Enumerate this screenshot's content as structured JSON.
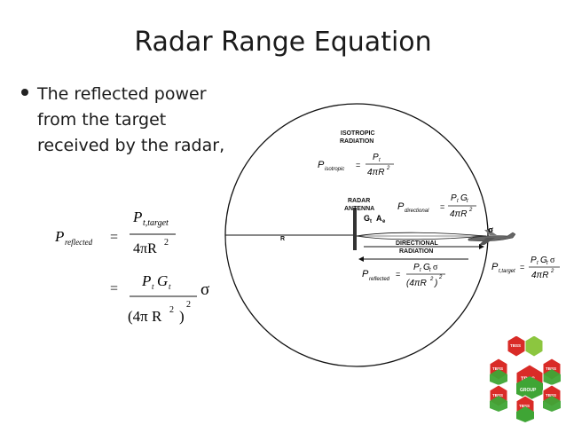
{
  "slide": {
    "title": "Radar Range Equation",
    "bullet": "The reflected power from the target received by the radar,"
  },
  "equations": {
    "left": {
      "lhs": "P",
      "lhs_sub": "reflected",
      "eq1_num": "P",
      "eq1_num_sub": "t,target",
      "eq1_den": "4πR",
      "eq1_den_sup": "2",
      "eq2_num_a": "P",
      "eq2_num_a_sub": "t",
      "eq2_num_b": "G",
      "eq2_num_b_sub": "t",
      "eq2_den": "(4π R",
      "eq2_den_sup": "2",
      "eq2_den_close": ")",
      "eq2_den_outer_sup": "2",
      "sigma": "σ",
      "equals": "="
    }
  },
  "diagram": {
    "isotropic_label_1": "ISOTROPIC",
    "isotropic_label_2": "RADIATION",
    "radar_antenna_label_1": "RADAR",
    "radar_antenna_label_2": "ANTENNA",
    "gain_label": "G",
    "gain_sub": "t",
    "aperture_label": "A",
    "aperture_sub": "e",
    "range_label": "R",
    "sigma_label": "σ",
    "directional_label_1": "DIRECTIONAL",
    "directional_label_2": "RADIATION",
    "p_isotropic": {
      "lhs": "P",
      "lhs_sub": "isotropic",
      "num": "P",
      "num_sub": "t",
      "den": "4πR",
      "den_sup": "2"
    },
    "p_directional": {
      "lhs": "P",
      "lhs_sub": "directional",
      "num": "P",
      "num_sub": "t",
      "num2": "G",
      "num2_sub": "t",
      "den": "4πR",
      "den_sup": "2"
    },
    "p_reflected": {
      "lhs": "P",
      "lhs_sub": "reflected",
      "num": "P",
      "num_sub": "t",
      "num2": "G",
      "num2_sub": "t",
      "sigma": "σ",
      "den": "(4πR",
      "den_sup": "2",
      "den_close": ")",
      "den_outer_sup": "2"
    },
    "p_target": {
      "lhs": "P",
      "lhs_sub": "t,target",
      "num": "P",
      "num_sub": "t",
      "num2": "G",
      "num2_sub": "t",
      "sigma": "σ",
      "den": "4πR",
      "den_sup": "2"
    }
  },
  "logo": {
    "center": "TBSS",
    "center_sub": "GROUP",
    "hex_labels": [
      "TBSS",
      "TBSS",
      "TBSS",
      "TBSS",
      "TBSS",
      "TBSS"
    ]
  },
  "colors": {
    "logo_red": "#d92b27",
    "logo_green": "#3fa535",
    "logo_light_green": "#8cc63f"
  }
}
